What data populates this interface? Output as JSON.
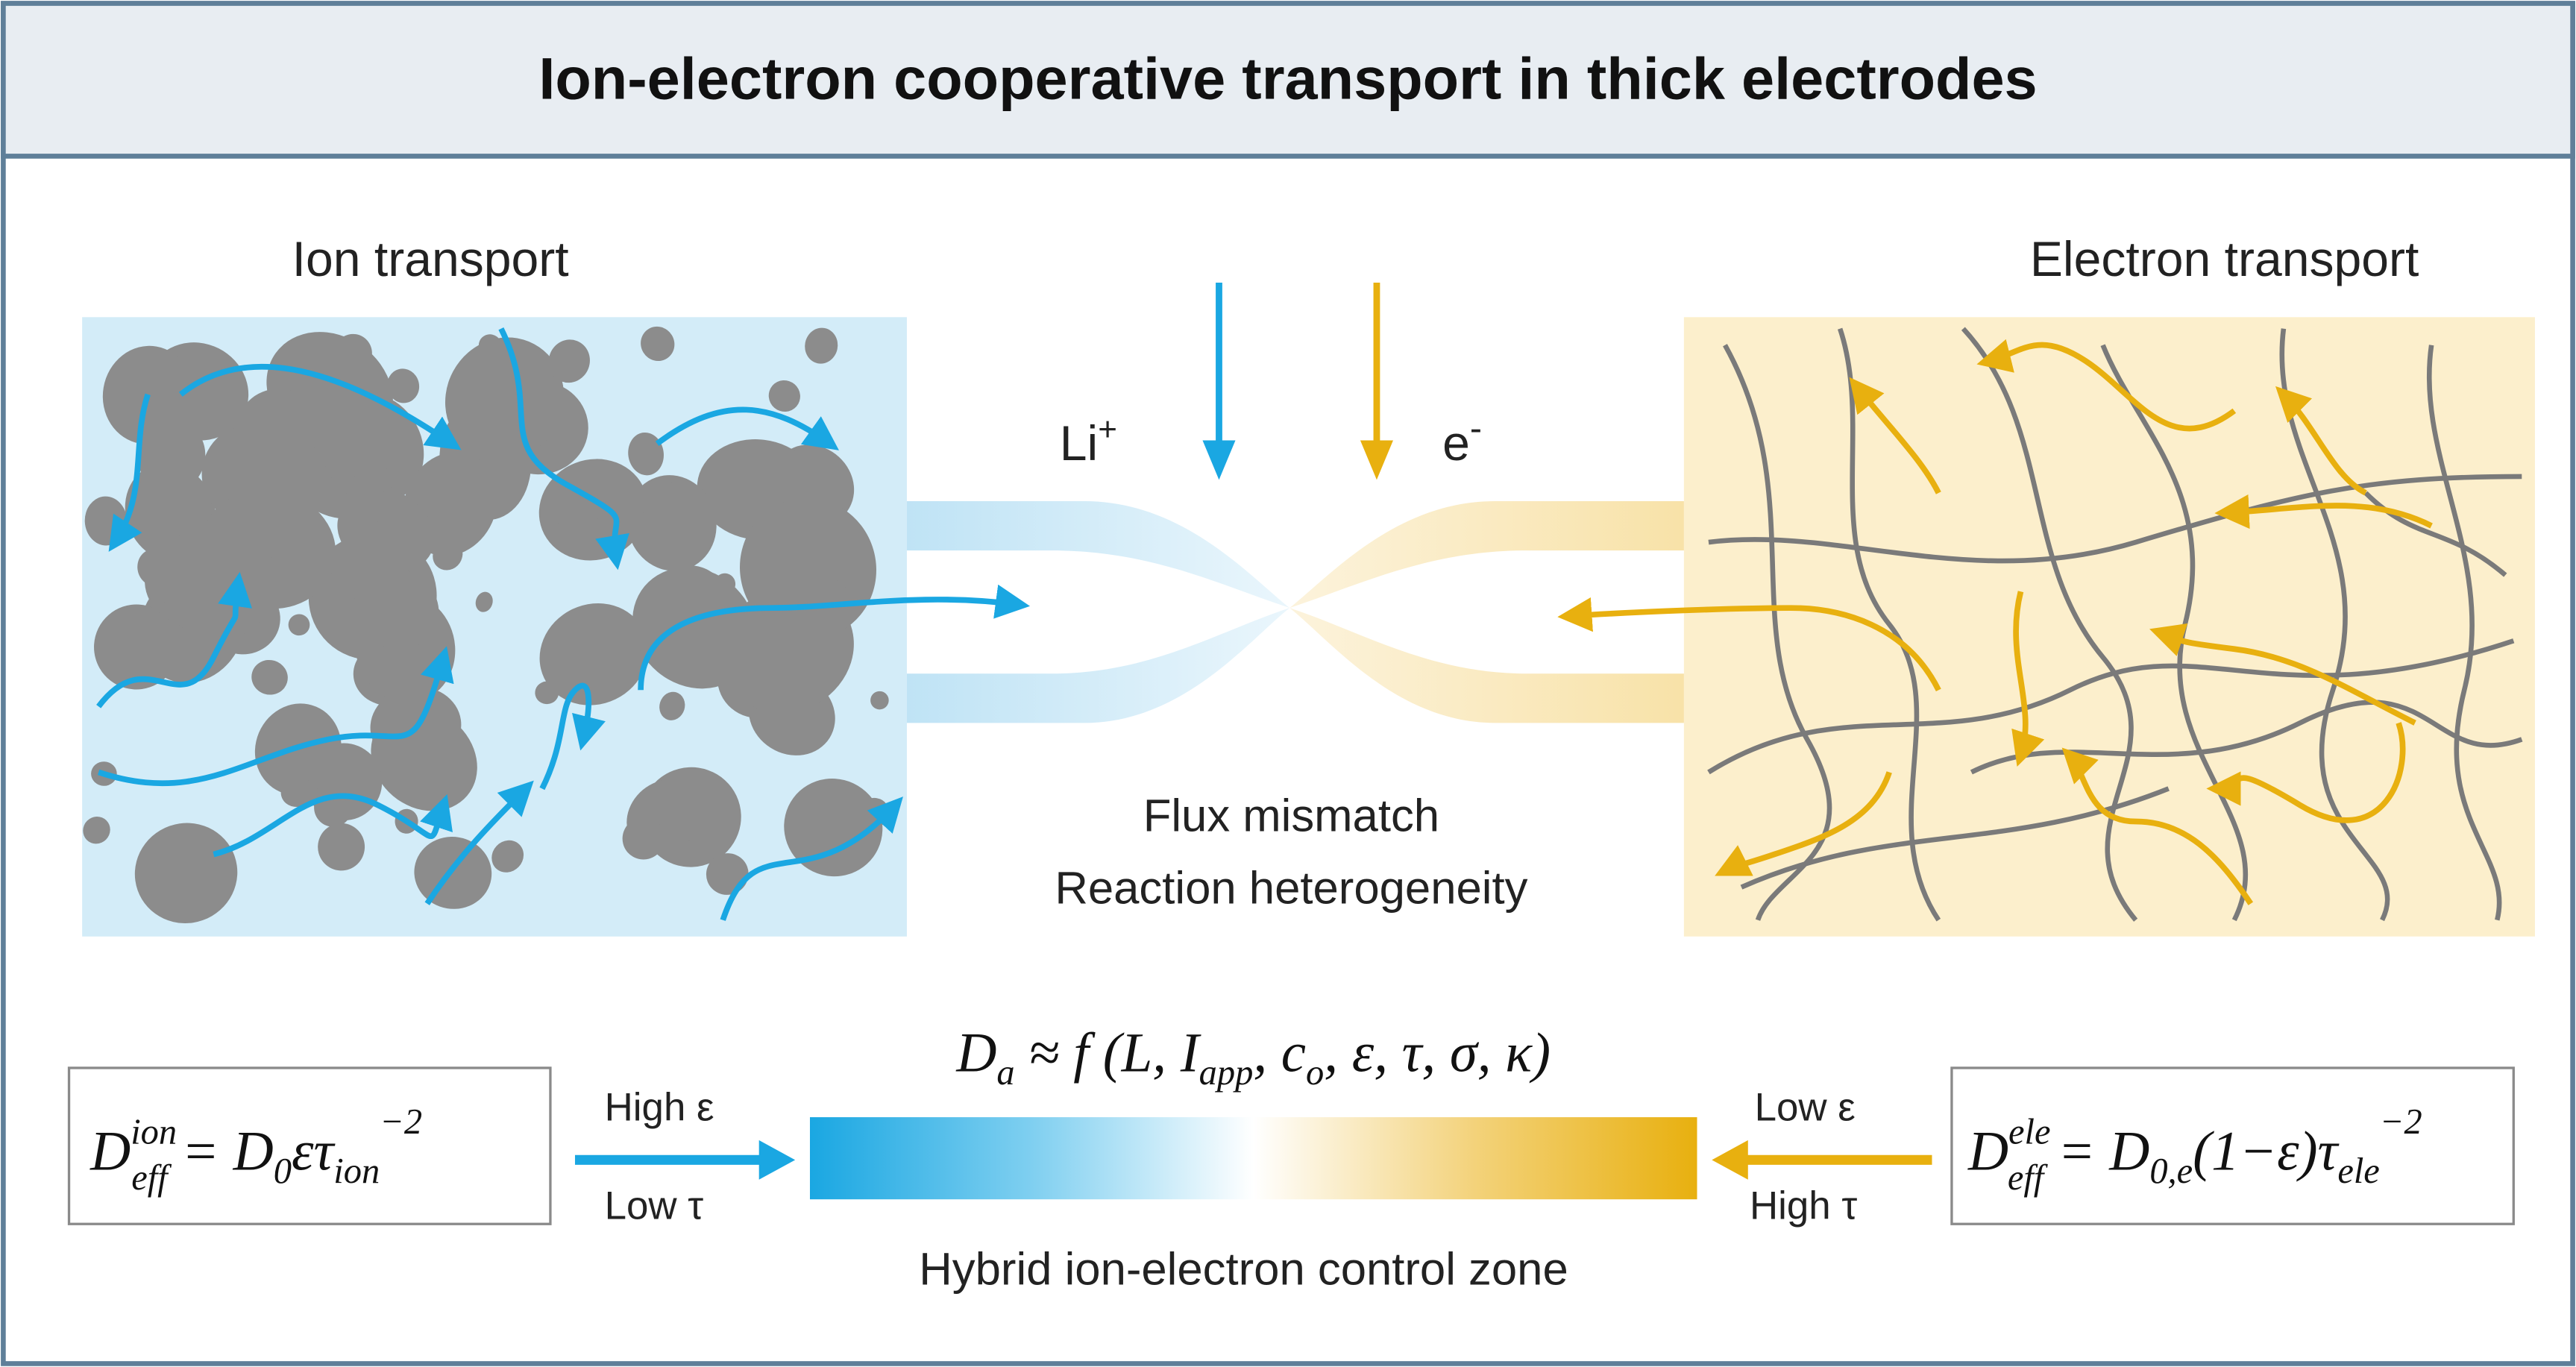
{
  "title": "Ion-electron cooperative transport in thick electrodes",
  "ion_panel": {
    "label": "Ion transport"
  },
  "electron_panel": {
    "label": "Electron transport"
  },
  "center": {
    "li_label": "Li",
    "li_sup": "+",
    "e_label": "e",
    "e_sup": "-",
    "line1": "Flux mismatch",
    "line2": "Reaction heterogeneity"
  },
  "damkohler": {
    "lhs": "D",
    "lhs_sub": "a",
    "approx": " ≈ ",
    "f_open": "f (L, I",
    "app_sub": "app",
    "mid": ", c",
    "o_sub": "o",
    "rest": ", ε, τ, σ, κ)"
  },
  "ion_equation": {
    "D": "D",
    "sup": "ion",
    "sub": "eff",
    "eq": " = D",
    "zero": "0",
    "et": "ετ",
    "ion_sub": "ion",
    "exp": "−2"
  },
  "ele_equation": {
    "D": "D",
    "sup": "ele",
    "sub": "eff",
    "eq": " = D",
    "zero_e": "0,e",
    "mid": "(1−ε)τ",
    "ele_sub": "ele",
    "exp": "−2"
  },
  "left_arrow_labels": {
    "top": "High ε",
    "bottom": "Low τ"
  },
  "right_arrow_labels": {
    "top": "Low ε",
    "bottom": "High τ"
  },
  "zone_label": "Hybrid ion-electron control zone",
  "colors": {
    "ion": "#1aa7e2",
    "electron": "#e8b00f",
    "particle": "#8c8c8c",
    "fiber": "#7a7a7a",
    "frame": "#5f7f99"
  }
}
